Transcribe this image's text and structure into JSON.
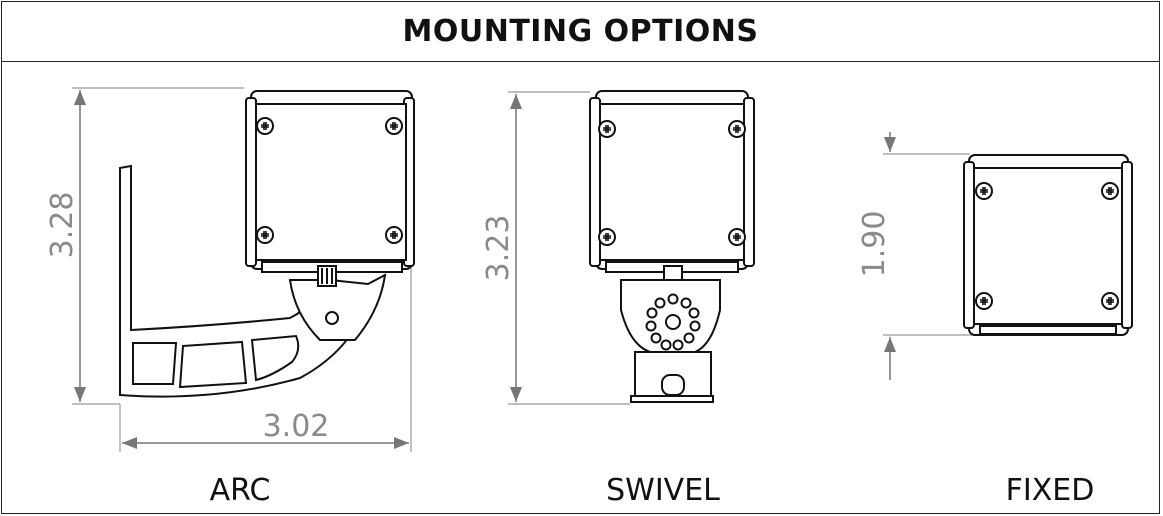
{
  "title": "MOUNTING OPTIONS",
  "views": [
    {
      "name": "ARC",
      "height_dim": "3.28",
      "width_dim": "3.02"
    },
    {
      "name": "SWIVEL",
      "height_dim": "3.23"
    },
    {
      "name": "FIXED",
      "height_dim": "1.90"
    }
  ]
}
